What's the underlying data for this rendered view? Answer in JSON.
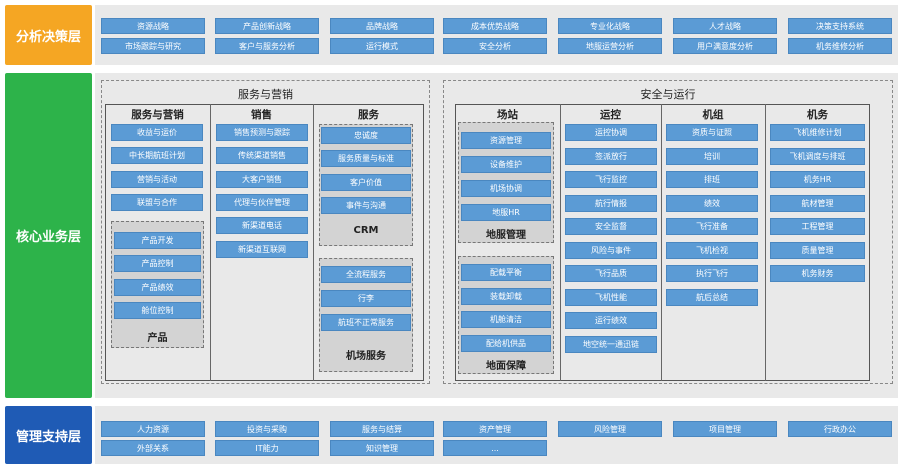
{
  "layers": {
    "analysis": {
      "label": "分析决策层",
      "color": "#f5a623"
    },
    "core": {
      "label": "核心业务层",
      "color": "#2db34a"
    },
    "support": {
      "label": "管理支持层",
      "color": "#1f5bb5"
    }
  },
  "analysis_items": [
    "资源战略",
    "产品创新战略",
    "品牌战略",
    "成本优势战略",
    "专业化战略",
    "人才战略",
    "决策支持系统",
    "市场跟踪与研究",
    "客户与服务分析",
    "运行模式",
    "安全分析",
    "地服运营分析",
    "用户满意度分析",
    "机务维修分析"
  ],
  "core": {
    "left_group": {
      "title": "服务与营销",
      "cols": [
        {
          "title": "服务与营销",
          "items": [
            "收益与运价",
            "中长期航班计划",
            "营销与活动",
            "联盟与合作"
          ],
          "sub": {
            "items": [
              "产品开发",
              "产品控制",
              "产品绩效",
              "舱位控制"
            ],
            "label": "产品"
          }
        },
        {
          "title": "销售",
          "items": [
            "销售预测与跟踪",
            "传统渠道销售",
            "大客户销售",
            "代理与伙伴管理",
            "新渠道电话",
            "新渠道互联网"
          ]
        },
        {
          "title": "服务",
          "crm": {
            "items": [
              "忠诚度",
              "服务质量与标准",
              "客户价值",
              "事件与沟通"
            ],
            "label": "CRM"
          },
          "ground": {
            "items": [
              "全流程服务",
              "行李",
              "航班不正常服务"
            ],
            "label": "机场服务"
          }
        }
      ]
    },
    "right_group": {
      "title": "安全与运行",
      "cols": [
        {
          "title": "场站",
          "ground_mgmt": {
            "items": [
              "资源管理",
              "设备维护",
              "机场协调",
              "地服HR"
            ],
            "label": "地服管理"
          },
          "ground_support": {
            "items": [
              "配载平衡",
              "装载卸载",
              "机舱清洁",
              "配给机供品"
            ],
            "label": "地面保障"
          }
        },
        {
          "title": "运控",
          "items": [
            "运控协调",
            "签派放行",
            "飞行监控",
            "航行情报",
            "安全监督",
            "风险与事件",
            "飞行品质",
            "飞机性能",
            "运行绩效",
            "地空统一通迅链"
          ]
        },
        {
          "title": "机组",
          "items": [
            "资质与证照",
            "培训",
            "排班",
            "绩效",
            "飞行准备",
            "飞机检视",
            "执行飞行",
            "航后总结"
          ]
        },
        {
          "title": "机务",
          "items": [
            "飞机维修计划",
            "飞机调度与排班",
            "机务HR",
            "航材管理",
            "工程管理",
            "质量管理",
            "机务财务"
          ]
        }
      ]
    }
  },
  "support_items": [
    "人力资源",
    "投资与采购",
    "服务与结算",
    "资产管理",
    "风险管理",
    "项目管理",
    "行政办公",
    "外部关系",
    "IT能力",
    "知识管理",
    "..."
  ]
}
